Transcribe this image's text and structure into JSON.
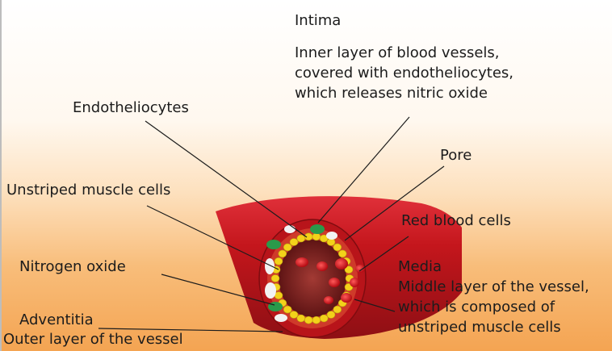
{
  "labels": {
    "intima_title": "Intima",
    "intima_line1": "Inner layer of blood vessels,",
    "intima_line2": "covered with endotheliocytes,",
    "intima_line3": "which releases nitric oxide",
    "endotheliocytes": "Endotheliocytes",
    "pore": "Pore",
    "unstriped_muscle_cells": "Unstriped muscle cells",
    "red_blood_cells": "Red blood cells",
    "nitrogen_oxide": "Nitrogen oxide",
    "media_title": "Media",
    "media_line1": "Middle layer of the vessel,",
    "media_line2": "which is composed of",
    "media_line3": "unstriped muscle cells",
    "adventitia_title": "Adventitia",
    "adventitia_line1": "Outer layer of the vessel"
  },
  "colors": {
    "vessel_outer": "#c4161c",
    "vessel_dark": "#8e0f14",
    "lumen": "#7a1c1c",
    "endothelial_bead": "#f3d21a",
    "muscle_cell": "#2a9a4a",
    "red_blood_cell": "#d8101a",
    "background_top": "#ffffff",
    "background_bottom": "#f4a452"
  }
}
